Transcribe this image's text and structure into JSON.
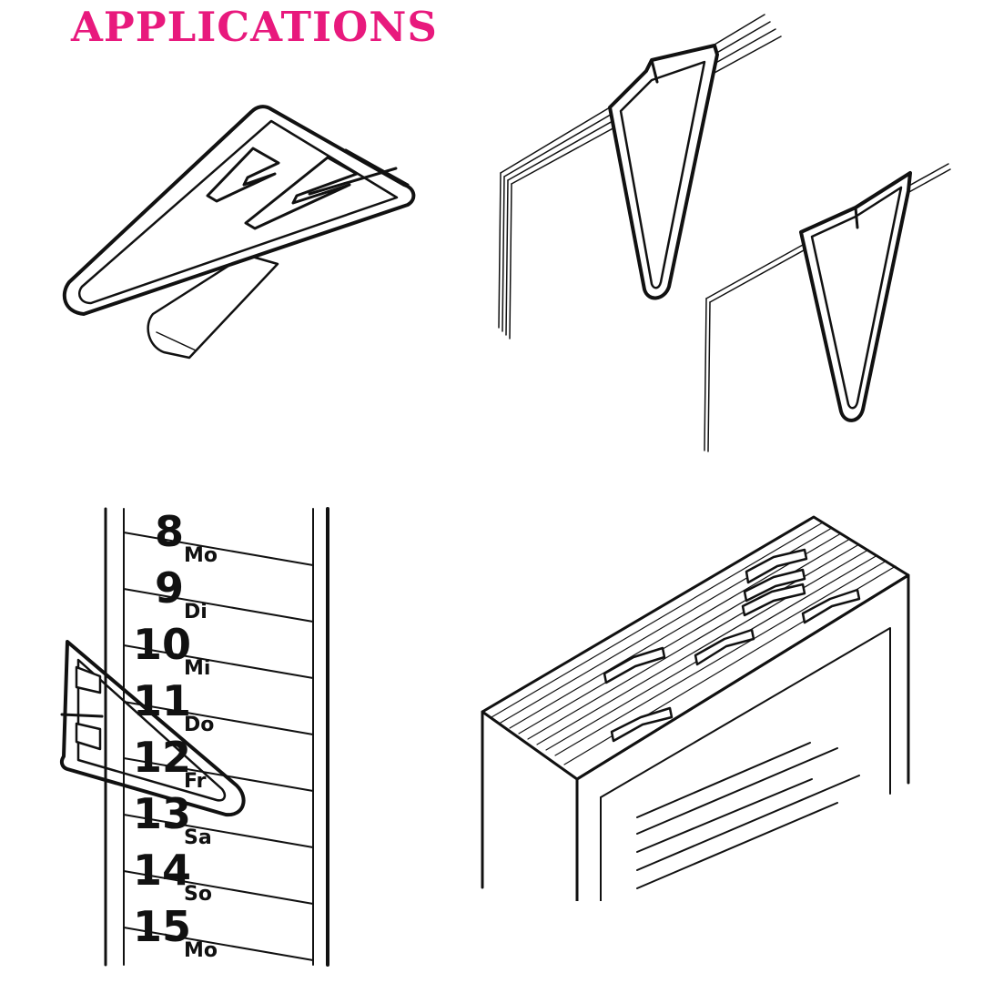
{
  "title": "APPLICATIONS",
  "colors": {
    "title": "#e8197d",
    "ink": "#111111",
    "background": "#ffffff"
  },
  "calendar": {
    "entries": [
      {
        "day": "8",
        "weekday": "Mo"
      },
      {
        "day": "9",
        "weekday": "Di"
      },
      {
        "day": "10",
        "weekday": "Mi"
      },
      {
        "day": "11",
        "weekday": "Do"
      },
      {
        "day": "12",
        "weekday": "Fr"
      },
      {
        "day": "13",
        "weekday": "Sa"
      },
      {
        "day": "14",
        "weekday": "So"
      },
      {
        "day": "15",
        "weekday": "Mo"
      }
    ]
  }
}
